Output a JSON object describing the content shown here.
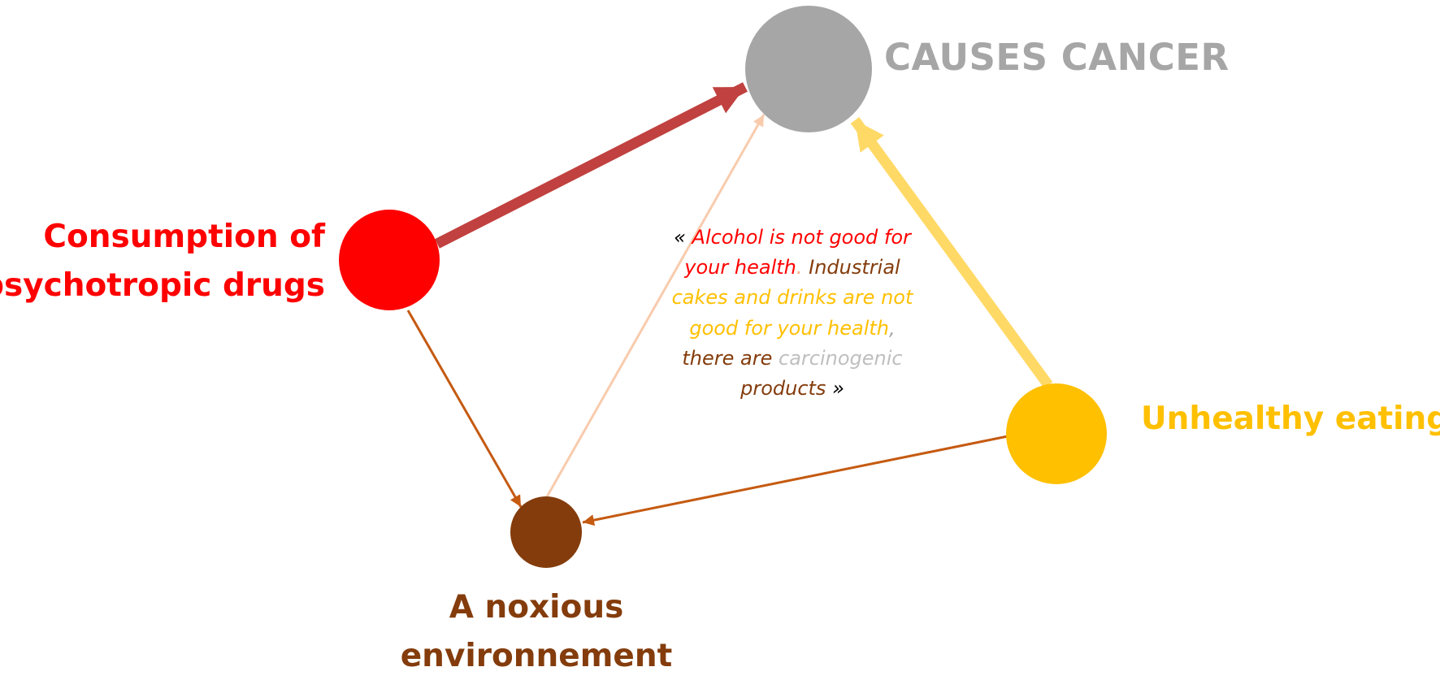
{
  "nodes": {
    "cancer": {
      "label": "CAUSES CANCER",
      "color": "#a6a6a6"
    },
    "drugs": {
      "label_line1": "Consumption of",
      "label_line2": "psychotropic drugs",
      "color": "#ff0000"
    },
    "eating": {
      "label": "Unhealthy eating",
      "color": "#ffc000"
    },
    "environment": {
      "label_line1": "A noxious",
      "label_line2": "environnement",
      "color": "#843c0c"
    }
  },
  "edges": [
    {
      "from": "drugs",
      "to": "cancer",
      "color": "#c0413f"
    },
    {
      "from": "eating",
      "to": "cancer",
      "color": "#ffd966"
    },
    {
      "from": "environment",
      "to": "cancer",
      "color": "#f8cbad"
    },
    {
      "from": "drugs",
      "to": "environment",
      "color": "#c55a11"
    },
    {
      "from": "eating",
      "to": "environment",
      "color": "#c55a11"
    }
  ],
  "quote": {
    "segments": [
      {
        "text": "« ",
        "color": "#000000"
      },
      {
        "text": "Alcohol is not good for your health",
        "color": "#ff0000"
      },
      {
        "text": ".",
        "color": "#f4b183"
      },
      {
        "text": " Industrial ",
        "color": "#843c0c"
      },
      {
        "text": "cakes and drinks are not good for your health",
        "color": "#ffc000"
      },
      {
        "text": ",",
        "color": "#a6a6a6"
      },
      {
        "text": " there are ",
        "color": "#843c0c"
      },
      {
        "text": "carcinogenic",
        "color": "#bfbfbf"
      },
      {
        "text": " products",
        "color": "#843c0c"
      },
      {
        "text": " »",
        "color": "#000000"
      }
    ]
  }
}
